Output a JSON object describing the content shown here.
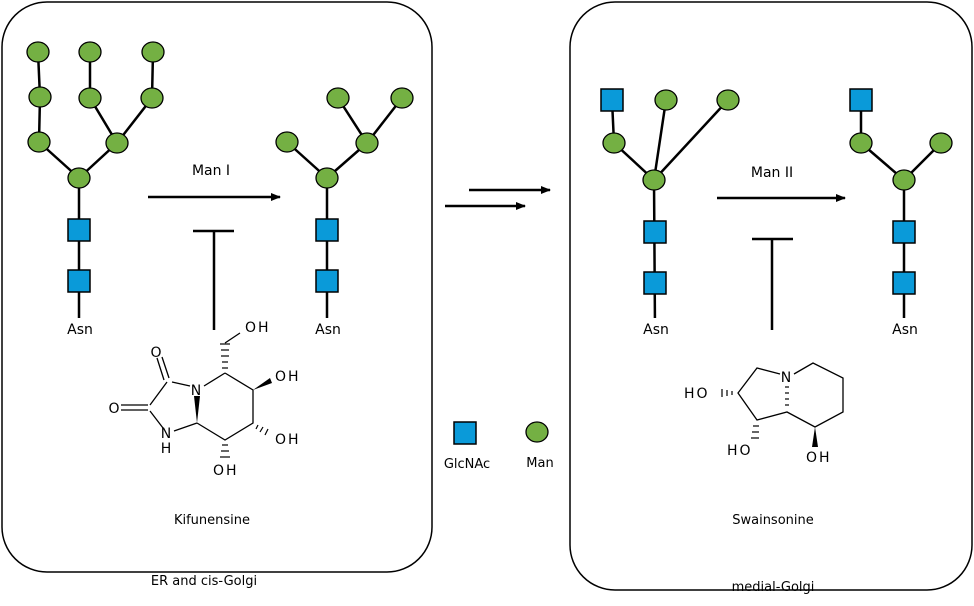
{
  "panels": {
    "left": {
      "caption": "ER and cis-Golgi",
      "enzyme": "Man I",
      "inhibitor": "Kifunensine"
    },
    "right": {
      "caption": "medial-Golgi",
      "enzyme": "Man II",
      "inhibitor": "Swainsonine"
    }
  },
  "glycan": {
    "anchor": "Asn"
  },
  "atoms": {
    "o": "O",
    "oh": "OH",
    "ho": "HO",
    "n": "N",
    "h": "H"
  },
  "legend": {
    "glcnac": "GlcNAc",
    "man": "Man"
  },
  "colors": {
    "glcnac": "#0a9ad9",
    "man": "#74b043"
  }
}
